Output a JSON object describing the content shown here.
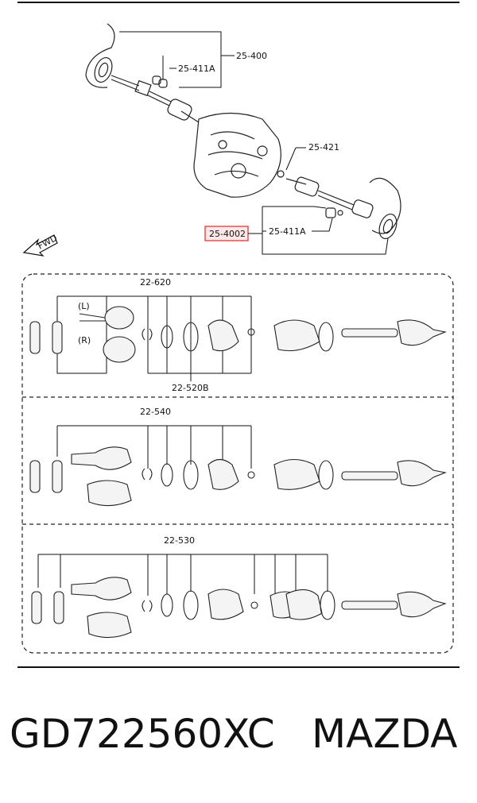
{
  "labels": {
    "top": {
      "a": "25-400",
      "b": "25-411A",
      "c": "25-421",
      "d": "25-411A",
      "highlight": "25-4002",
      "fwd": "FWD"
    },
    "panel1": {
      "main": "22-620",
      "left_l": "(L)",
      "left_r": "(R)",
      "bottom": "22-520B"
    },
    "panel2": {
      "main": "22-540"
    },
    "panel3": {
      "main": "22-530"
    }
  },
  "caption": {
    "part_number": "GD722560XC",
    "brand": "MAZDA"
  },
  "colors": {
    "highlight": "#e53935",
    "highlight_fill": "#fde7e7"
  }
}
